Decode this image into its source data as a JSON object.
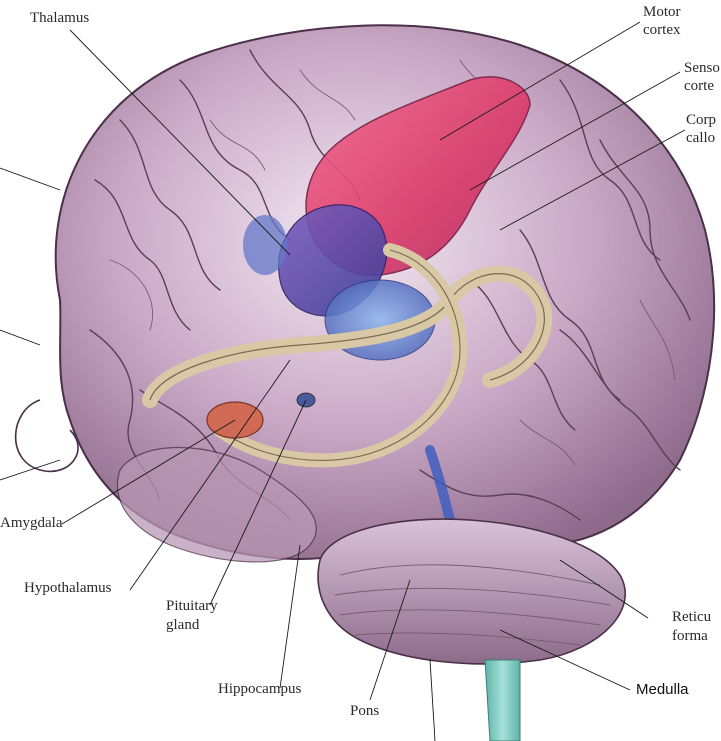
{
  "labels": {
    "thalamus": "Thalamus",
    "motor_cortex_1": "Motor",
    "motor_cortex_2": "cortex",
    "sensory_cortex_1": "Senso",
    "sensory_cortex_2": "corte",
    "corpus_callosum_1": "Corp",
    "corpus_callosum_2": "callo",
    "amygdala": "Amygdala",
    "hypothalamus": "Hypothalamus",
    "pituitary_1": "Pituitary",
    "pituitary_2": "gland",
    "hippocampus": "Hippocampus",
    "pons": "Pons",
    "reticular_1": "Reticu",
    "reticular_2": "forma",
    "medulla": "Medulla"
  },
  "colors": {
    "cortex": "#b48fb0",
    "cortex_light": "#e6d3e4",
    "motor_cortex": "#e0406a",
    "sensory_cortex": "#cc3b8f",
    "thalamus": "#6c4fa8",
    "blue_region": "#5f7fd0",
    "limbic_ring": "#d9c8a6",
    "amygdala": "#d06a55",
    "cerebellum": "#a88aa6",
    "spinal_cord": "#7fc7bd"
  }
}
